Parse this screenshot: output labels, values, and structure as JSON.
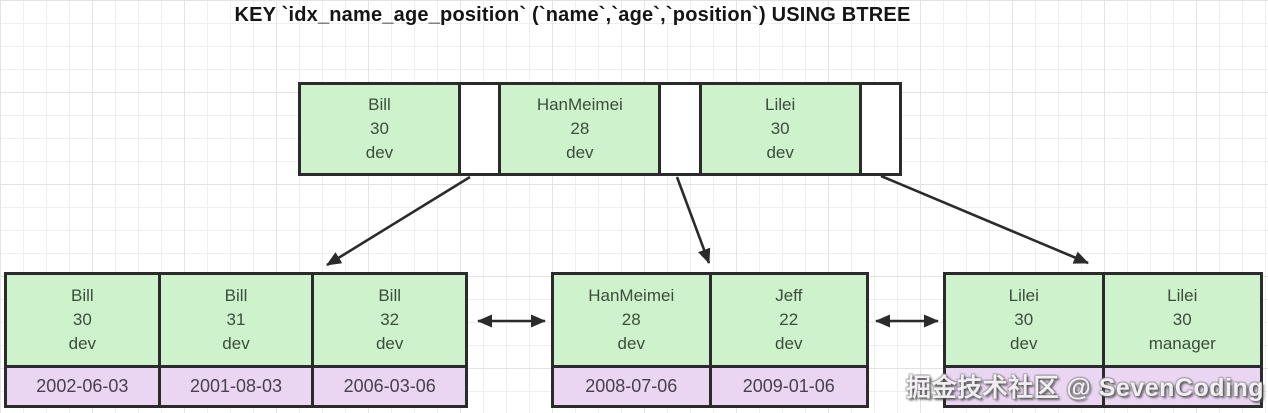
{
  "title": "KEY `idx_name_age_position` (`name`,`age`,`position`) USING BTREE",
  "watermark": "掘金技术社区 @ SevenCoding",
  "colors": {
    "key_cell_fill": "#cdf2cc",
    "data_cell_fill": "#ead6f2",
    "border": "#2b2b2b"
  },
  "root_node": {
    "cells": [
      {
        "name": "Bill",
        "age": "30",
        "position": "dev"
      },
      {
        "name": "HanMeimei",
        "age": "28",
        "position": "dev"
      },
      {
        "name": "Lilei",
        "age": "30",
        "position": "dev"
      }
    ]
  },
  "leaf_nodes": [
    {
      "entries": [
        {
          "name": "Bill",
          "age": "30",
          "position": "dev",
          "date": "2002-06-03"
        },
        {
          "name": "Bill",
          "age": "31",
          "position": "dev",
          "date": "2001-08-03"
        },
        {
          "name": "Bill",
          "age": "32",
          "position": "dev",
          "date": "2006-03-06"
        }
      ]
    },
    {
      "entries": [
        {
          "name": "HanMeimei",
          "age": "28",
          "position": "dev",
          "date": "2008-07-06"
        },
        {
          "name": "Jeff",
          "age": "22",
          "position": "dev",
          "date": "2009-01-06"
        }
      ]
    },
    {
      "entries": [
        {
          "name": "Lilei",
          "age": "30",
          "position": "dev",
          "date": ""
        },
        {
          "name": "Lilei",
          "age": "30",
          "position": "manager",
          "date": ""
        }
      ]
    }
  ]
}
